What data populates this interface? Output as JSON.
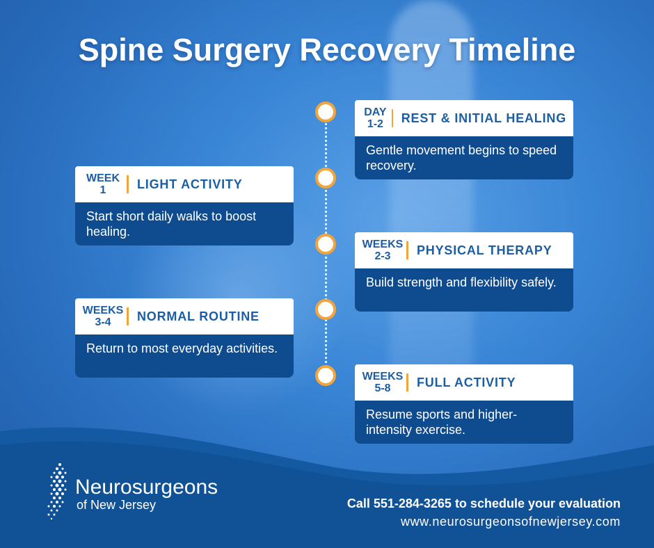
{
  "title": "Spine Surgery Recovery Timeline",
  "colors": {
    "accent": "#f2a53a",
    "card_header_text": "#1c5ea4",
    "card_body_bg": "#0f4c8f",
    "footer_bg": "#145aa3"
  },
  "timeline": [
    {
      "period_line1": "DAY",
      "period_line2": "1-2",
      "phase": "REST & INITIAL HEALING",
      "description": "Gentle movement begins to speed recovery.",
      "side": "right"
    },
    {
      "period_line1": "WEEK",
      "period_line2": "1",
      "phase": "LIGHT ACTIVITY",
      "description": "Start short daily walks to boost healing.",
      "side": "left"
    },
    {
      "period_line1": "WEEKS",
      "period_line2": "2-3",
      "phase": "PHYSICAL THERAPY",
      "description": "Build strength and flexibility safely.",
      "side": "right"
    },
    {
      "period_line1": "WEEKS",
      "period_line2": "3-4",
      "phase": "NORMAL ROUTINE",
      "description": "Return to most everyday activities.",
      "side": "left"
    },
    {
      "period_line1": "WEEKS",
      "period_line2": "5-8",
      "phase": "FULL ACTIVITY",
      "description": "Resume sports and higher-intensity exercise.",
      "side": "right"
    }
  ],
  "logo": {
    "icon": "spine-dots-logo-icon",
    "name": "Neurosurgeons",
    "sub": "of New Jersey"
  },
  "footer": {
    "call": "Call 551-284-3265 to schedule your evaluation",
    "url": "www.neurosurgeonsofnewjersey.com"
  }
}
